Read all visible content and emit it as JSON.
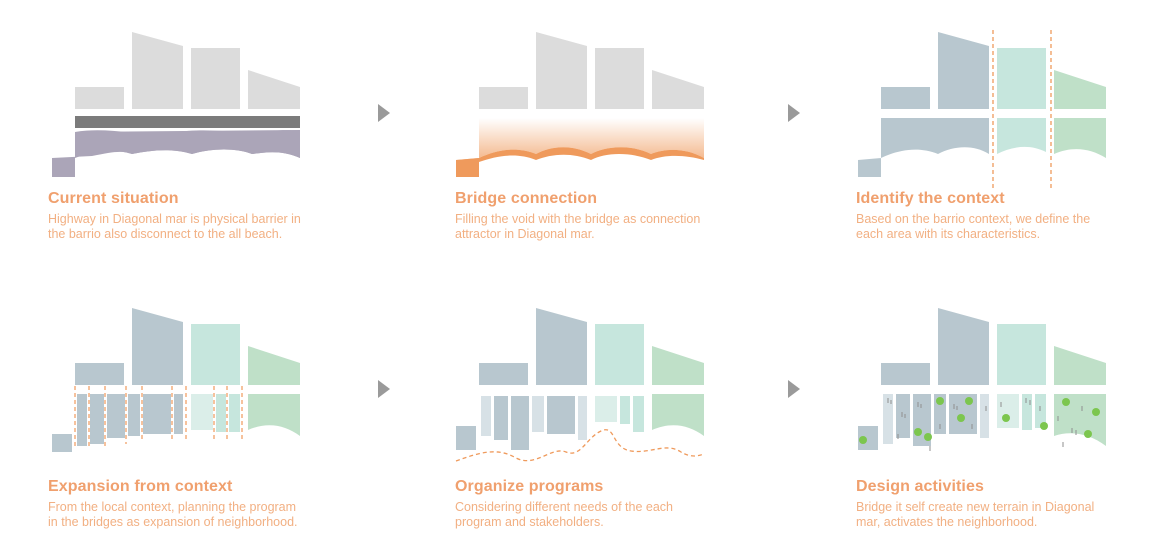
{
  "steps": [
    {
      "title": "Current situation",
      "desc_line1": "Highway in Diagonal mar is physical barrier in",
      "desc_line2": "the barrio also disconnect to the all beach."
    },
    {
      "title": "Bridge connection",
      "desc_line1": "Filling the void with  the bridge as connection",
      "desc_line2": "attractor in Diagonal mar."
    },
    {
      "title": "Identify the context",
      "desc_line1": "Based on the barrio context, we define the",
      "desc_line2": "each area with its characteristics."
    },
    {
      "title": "Expansion from context",
      "desc_line1": "From the local context, planning the program",
      "desc_line2": "in the bridges as expansion of neighborhood."
    },
    {
      "title": "Organize programs",
      "desc_line1": "Considering different needs of the each",
      "desc_line2": "program and stakeholders."
    },
    {
      "title": "Design activities",
      "desc_line1": "Bridge it self create new terrain in Diagonal",
      "desc_line2": "mar, activates the neighborhood."
    }
  ],
  "colors": {
    "accent": "#f0a06e",
    "gray_block": "#dcdcdc",
    "dark_highway": "#7b7b7b",
    "purple_ground": "#aba5b8",
    "blue_block": "#b8c7cf",
    "mint_block": "#c6e6dd",
    "green_block": "#bfe0c8",
    "orange_gradient": "#ef9a5c",
    "tree_green": "#7cc64e"
  }
}
